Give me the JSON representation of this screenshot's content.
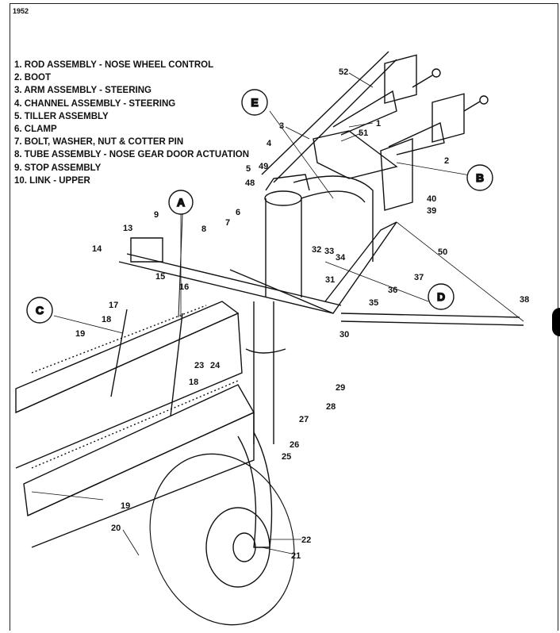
{
  "figure_number": "1952",
  "legend": [
    "1. ROD ASSEMBLY - NOSE WHEEL CONTROL",
    "2. BOOT",
    "3. ARM ASSEMBLY - STEERING",
    "4. CHANNEL ASSEMBLY - STEERING",
    "5. TILLER ASSEMBLY",
    "6. CLAMP",
    "7. BOLT, WASHER, NUT & COTTER PIN",
    "8. TUBE ASSEMBLY - NOSE GEAR DOOR ACTUATION",
    "9. STOP ASSEMBLY",
    "10. LINK - UPPER"
  ],
  "detail_callouts": [
    "A",
    "B",
    "C",
    "D",
    "E"
  ],
  "part_callouts": [
    "52",
    "1",
    "3",
    "51",
    "4",
    "5",
    "49",
    "48",
    "2",
    "40",
    "39",
    "6",
    "7",
    "8",
    "9",
    "13",
    "14",
    "15",
    "16",
    "17",
    "18",
    "18",
    "19",
    "19",
    "32",
    "33",
    "34",
    "50",
    "37",
    "31",
    "36",
    "35",
    "38",
    "30",
    "23",
    "24",
    "29",
    "28",
    "27",
    "26",
    "25",
    "20",
    "22",
    "21"
  ]
}
